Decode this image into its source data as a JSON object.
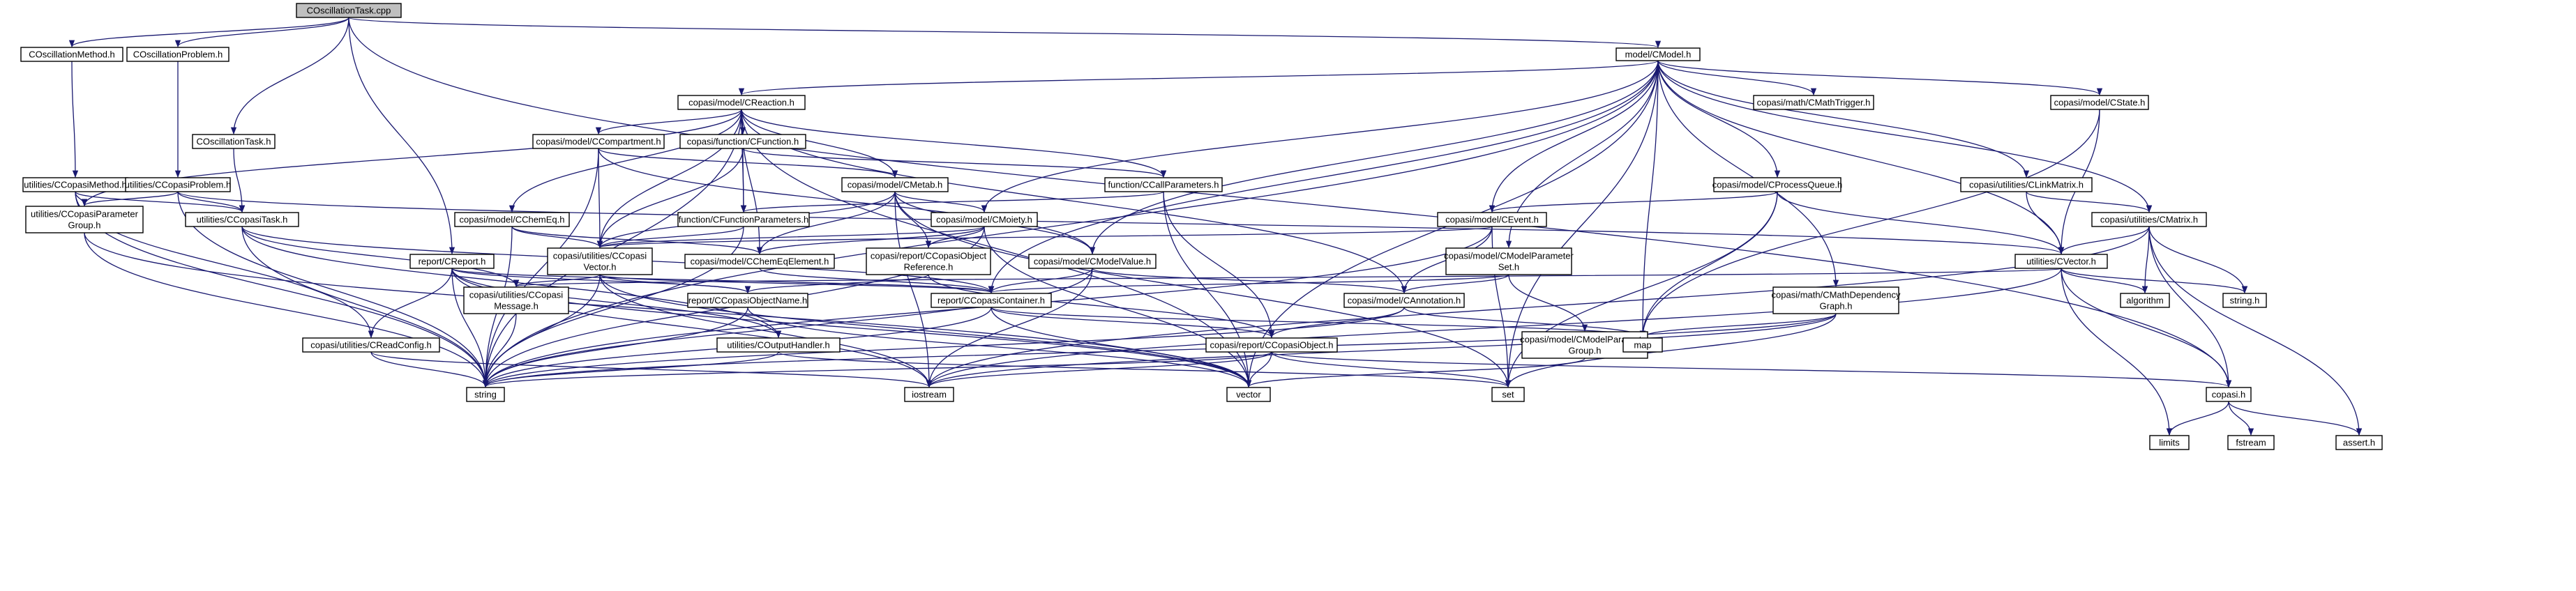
{
  "diagram": {
    "kind": "include-dependency-graph",
    "colors": {
      "edge": "#191970",
      "root_fill": "#bfbfbf",
      "node_fill": "#ffffff",
      "node_border": "#000000",
      "missing_border": "#bfbfbf",
      "red_text": "#ff0000",
      "default_text": "#000000"
    },
    "nodes": [
      {
        "id": "root",
        "label": "COscillationTask.cpp",
        "style": "root"
      },
      {
        "id": "cosc_method",
        "label": "COscillationMethod.h",
        "style": "normal"
      },
      {
        "id": "cosc_problem",
        "label": "COscillationProblem.h",
        "style": "normal"
      },
      {
        "id": "cmodel",
        "label": "model/CModel.h",
        "style": "normal"
      },
      {
        "id": "creaction",
        "label": "copasi/model/CReaction.h",
        "style": "normal"
      },
      {
        "id": "cmathtrigger",
        "label": "copasi/math/CMathTrigger.h",
        "style": "red"
      },
      {
        "id": "cstate",
        "label": "copasi/model/CState.h",
        "style": "normal"
      },
      {
        "id": "ccopasimethod",
        "label": "utilities/CCopasiMethod.h",
        "style": "normal"
      },
      {
        "id": "ccopasiproblem",
        "label": "utilities/CCopasiProblem.h",
        "style": "normal"
      },
      {
        "id": "coscillationtask",
        "label": "COscillationTask.h",
        "style": "normal"
      },
      {
        "id": "ccompartment",
        "label": "copasi/model/CCompartment.h",
        "style": "normal"
      },
      {
        "id": "cfunction",
        "label": "copasi/function/CFunction.h",
        "style": "red"
      },
      {
        "id": "cmetab",
        "label": "copasi/model/CMetab.h",
        "style": "normal"
      },
      {
        "id": "ccallparams",
        "label": "function/CCallParameters.h",
        "style": "red"
      },
      {
        "id": "cprocessqueue",
        "label": "copasi/model/CProcessQueue.h",
        "style": "normal"
      },
      {
        "id": "clinkmatrix",
        "label": "copasi/utilities/CLinkMatrix.h",
        "style": "normal"
      },
      {
        "id": "cmatrix",
        "label": "copasi/utilities/CMatrix.h",
        "style": "normal"
      },
      {
        "id": "ccopasiparamgroup",
        "label": [
          "utilities/CCopasiParameter",
          "Group.h"
        ],
        "style": "red"
      },
      {
        "id": "ccopasitask",
        "label": "utilities/CCopasiTask.h",
        "style": "normal"
      },
      {
        "id": "cchemeq",
        "label": "copasi/model/CChemEq.h",
        "style": "normal"
      },
      {
        "id": "cfuncparams",
        "label": "function/CFunctionParameters.h",
        "style": "red"
      },
      {
        "id": "cmoiety",
        "label": "copasi/model/CMoiety.h",
        "style": "normal"
      },
      {
        "id": "cevent",
        "label": "copasi/model/CEvent.h",
        "style": "normal"
      },
      {
        "id": "creport",
        "label": "report/CReport.h",
        "style": "normal"
      },
      {
        "id": "ccopasivector",
        "label": [
          "copasi/utilities/CCopasi",
          "Vector.h"
        ],
        "style": "red"
      },
      {
        "id": "cchemeqelement",
        "label": "copasi/model/CChemEqElement.h",
        "style": "normal"
      },
      {
        "id": "ccopasiobjectref",
        "label": [
          "copasi/report/CCopasiObject",
          "Reference.h"
        ],
        "style": "normal"
      },
      {
        "id": "cmodelvalue",
        "label": "copasi/model/CModelValue.h",
        "style": "normal"
      },
      {
        "id": "cmodelparamset",
        "label": [
          "copasi/model/CModelParameter",
          "Set.h"
        ],
        "style": "normal"
      },
      {
        "id": "cvector",
        "label": "utilities/CVector.h",
        "style": "normal"
      },
      {
        "id": "ccopasimessage",
        "label": [
          "copasi/utilities/CCopasi",
          "Message.h"
        ],
        "style": "red"
      },
      {
        "id": "ccopasiobjectname",
        "label": "report/CCopasiObjectName.h",
        "style": "normal"
      },
      {
        "id": "ccopasicontainer",
        "label": "report/CCopasiContainer.h",
        "style": "normal"
      },
      {
        "id": "cannotation",
        "label": "copasi/model/CAnnotation.h",
        "style": "normal"
      },
      {
        "id": "cmathdepgraph",
        "label": [
          "copasi/math/CMathDependency",
          "Graph.h"
        ],
        "style": "red"
      },
      {
        "id": "algorithm",
        "label": "algorithm",
        "style": "missing"
      },
      {
        "id": "string_h",
        "label": "string.h",
        "style": "missing"
      },
      {
        "id": "creadconfig",
        "label": "copasi/utilities/CReadConfig.h",
        "style": "red"
      },
      {
        "id": "coutputhandler",
        "label": "utilities/COutputHandler.h",
        "style": "normal"
      },
      {
        "id": "ccopasiobject",
        "label": "copasi/report/CCopasiObject.h",
        "style": "red"
      },
      {
        "id": "cmodelparamgroup",
        "label": [
          "copasi/model/CModelParameter",
          "Group.h"
        ],
        "style": "red"
      },
      {
        "id": "map",
        "label": "map",
        "style": "missing"
      },
      {
        "id": "string",
        "label": "string",
        "style": "missing"
      },
      {
        "id": "iostream",
        "label": "iostream",
        "style": "missing"
      },
      {
        "id": "vector",
        "label": "vector",
        "style": "missing"
      },
      {
        "id": "set",
        "label": "set",
        "style": "missing"
      },
      {
        "id": "copasi_h",
        "label": "copasi.h",
        "style": "normal"
      },
      {
        "id": "limits",
        "label": "limits",
        "style": "missing"
      },
      {
        "id": "fstream",
        "label": "fstream",
        "style": "missing"
      },
      {
        "id": "assert_h",
        "label": "assert.h",
        "style": "missing"
      }
    ],
    "edges": [
      [
        "root",
        "cosc_method"
      ],
      [
        "root",
        "cosc_problem"
      ],
      [
        "root",
        "cmodel"
      ],
      [
        "root",
        "coscillationtask"
      ],
      [
        "root",
        "creport"
      ],
      [
        "root",
        "copasi_h"
      ],
      [
        "cosc_method",
        "ccopasimethod"
      ],
      [
        "cosc_problem",
        "ccopasiproblem"
      ],
      [
        "ccopasimethod",
        "ccopasiparamgroup"
      ],
      [
        "ccopasimethod",
        "ccopasitask"
      ],
      [
        "ccopasimethod",
        "creadconfig"
      ],
      [
        "ccopasimethod",
        "string"
      ],
      [
        "ccopasiproblem",
        "ccopasiparamgroup"
      ],
      [
        "ccopasiproblem",
        "ccopasitask"
      ],
      [
        "ccopasiproblem",
        "cvector"
      ],
      [
        "ccopasiproblem",
        "string"
      ],
      [
        "coscillationtask",
        "ccopasitask"
      ],
      [
        "ccopasitask",
        "ccopasicontainer"
      ],
      [
        "ccopasitask",
        "coutputhandler"
      ],
      [
        "ccopasitask",
        "ccopasimessage"
      ],
      [
        "ccopasitask",
        "string"
      ],
      [
        "ccopasiparamgroup",
        "string"
      ],
      [
        "ccopasiparamgroup",
        "vector"
      ],
      [
        "cmodel",
        "creaction"
      ],
      [
        "cmodel",
        "cmathtrigger"
      ],
      [
        "cmodel",
        "cstate"
      ],
      [
        "cmodel",
        "cprocessqueue"
      ],
      [
        "cmodel",
        "clinkmatrix"
      ],
      [
        "cmodel",
        "cmatrix"
      ],
      [
        "cmodel",
        "cmoiety"
      ],
      [
        "cmodel",
        "cevent"
      ],
      [
        "cmodel",
        "cmodelvalue"
      ],
      [
        "cmodel",
        "cmodelparamset"
      ],
      [
        "cmodel",
        "cmathdepgraph"
      ],
      [
        "cmodel",
        "cvector"
      ],
      [
        "cmodel",
        "ccopasicontainer"
      ],
      [
        "cmodel",
        "map"
      ],
      [
        "cmodel",
        "vector"
      ],
      [
        "cmodel",
        "set"
      ],
      [
        "cmodel",
        "string"
      ],
      [
        "creaction",
        "ccompartment"
      ],
      [
        "creaction",
        "cfunction"
      ],
      [
        "creaction",
        "cmetab"
      ],
      [
        "creaction",
        "ccallparams"
      ],
      [
        "creaction",
        "cchemeq"
      ],
      [
        "creaction",
        "cfuncparams"
      ],
      [
        "creaction",
        "ccopasivector"
      ],
      [
        "creaction",
        "cchemeqelement"
      ],
      [
        "creaction",
        "cannotation"
      ],
      [
        "creaction",
        "ccopasiparamgroup"
      ],
      [
        "creaction",
        "vector"
      ],
      [
        "creaction",
        "string"
      ],
      [
        "ccompartment",
        "cmetab"
      ],
      [
        "ccompartment",
        "ccopasivector"
      ],
      [
        "ccompartment",
        "cmodelvalue"
      ],
      [
        "ccompartment",
        "string"
      ],
      [
        "cfunction",
        "ccallparams"
      ],
      [
        "cfunction",
        "cfuncparams"
      ],
      [
        "cfunction",
        "ccopasivector"
      ],
      [
        "cmetab",
        "cmoiety"
      ],
      [
        "cmetab",
        "ccopasiobjectref"
      ],
      [
        "cmetab",
        "cchemeqelement"
      ],
      [
        "cmetab",
        "cmodelvalue"
      ],
      [
        "cmetab",
        "ccopasivector"
      ],
      [
        "cmetab",
        "iostream"
      ],
      [
        "cmetab",
        "set"
      ],
      [
        "ccallparams",
        "cfuncparams"
      ],
      [
        "ccallparams",
        "ccopasiobject"
      ],
      [
        "ccallparams",
        "vector"
      ],
      [
        "cchemeq",
        "ccopasivector"
      ],
      [
        "cchemeq",
        "cchemeqelement"
      ],
      [
        "cchemeq",
        "string"
      ],
      [
        "cfuncparams",
        "ccopasivector"
      ],
      [
        "cfuncparams",
        "string"
      ],
      [
        "cmoiety",
        "ccopasivector"
      ],
      [
        "cmoiety",
        "cchemeqelement"
      ],
      [
        "cmoiety",
        "ccopasiobjectref"
      ],
      [
        "cmoiety",
        "vector"
      ],
      [
        "cmoiety",
        "string"
      ],
      [
        "cevent",
        "ccopasivector"
      ],
      [
        "cevent",
        "cannotation"
      ],
      [
        "cevent",
        "set"
      ],
      [
        "cevent",
        "string"
      ],
      [
        "ccopasivector",
        "ccopasimessage"
      ],
      [
        "ccopasivector",
        "ccopasicontainer"
      ],
      [
        "ccopasivector",
        "ccopasiobjectname"
      ],
      [
        "ccopasivector",
        "string"
      ],
      [
        "ccopasivector",
        "vector"
      ],
      [
        "ccopasivector",
        "iostream"
      ],
      [
        "cchemeqelement",
        "ccopasicontainer"
      ],
      [
        "ccopasiobjectref",
        "ccopasiobjectname"
      ],
      [
        "ccopasiobjectref",
        "ccopasiobject"
      ],
      [
        "cmodelvalue",
        "ccopasicontainer"
      ],
      [
        "cmodelvalue",
        "cannotation"
      ],
      [
        "cmodelvalue",
        "iostream"
      ],
      [
        "cmodelvalue",
        "string"
      ],
      [
        "cmodelparamset",
        "ccopasicontainer"
      ],
      [
        "cmodelparamset",
        "cannotation"
      ],
      [
        "cmodelparamset",
        "cmodelparamgroup"
      ],
      [
        "cmodelparamgroup",
        "vector"
      ],
      [
        "creport",
        "ccopasiobjectname"
      ],
      [
        "creport",
        "ccopasicontainer"
      ],
      [
        "creport",
        "coutputhandler"
      ],
      [
        "creport",
        "creadconfig"
      ],
      [
        "creport",
        "iostream"
      ],
      [
        "creport",
        "vector"
      ],
      [
        "creport",
        "string"
      ],
      [
        "ccopasicontainer",
        "ccopasiobject"
      ],
      [
        "ccopasicontainer",
        "map"
      ],
      [
        "ccopasicontainer",
        "vector"
      ],
      [
        "ccopasicontainer",
        "string"
      ],
      [
        "cannotation",
        "ccopasiobject"
      ],
      [
        "cannotation",
        "map"
      ],
      [
        "cannotation",
        "string"
      ],
      [
        "ccopasiobject",
        "copasi_h"
      ],
      [
        "ccopasiobject",
        "string"
      ],
      [
        "ccopasiobject",
        "iostream"
      ],
      [
        "ccopasiobject",
        "vector"
      ],
      [
        "ccopasiobject",
        "set"
      ],
      [
        "ccopasiobjectname",
        "string"
      ],
      [
        "ccopasiobjectname",
        "vector"
      ],
      [
        "ccopasimessage",
        "string"
      ],
      [
        "coutputhandler",
        "set"
      ],
      [
        "coutputhandler",
        "string"
      ],
      [
        "creadconfig",
        "string"
      ],
      [
        "creadconfig",
        "iostream"
      ],
      [
        "cstate",
        "cvector"
      ],
      [
        "cstate",
        "map"
      ],
      [
        "cprocessqueue",
        "cevent"
      ],
      [
        "cprocessqueue",
        "cvector"
      ],
      [
        "cprocessqueue",
        "map"
      ],
      [
        "cprocessqueue",
        "set"
      ],
      [
        "clinkmatrix",
        "cmatrix"
      ],
      [
        "clinkmatrix",
        "cvector"
      ],
      [
        "cmatrix",
        "cvector"
      ],
      [
        "cmatrix",
        "algorithm"
      ],
      [
        "cmatrix",
        "string_h"
      ],
      [
        "cmatrix",
        "copasi_h"
      ],
      [
        "cmatrix",
        "assert_h"
      ],
      [
        "cmatrix",
        "iostream"
      ],
      [
        "cvector",
        "algorithm"
      ],
      [
        "cvector",
        "string_h"
      ],
      [
        "cvector",
        "copasi_h"
      ],
      [
        "cvector",
        "limits"
      ],
      [
        "cvector",
        "ccopasimessage"
      ],
      [
        "cvector",
        "iostream"
      ],
      [
        "cmathdepgraph",
        "map"
      ],
      [
        "cmathdepgraph",
        "set"
      ],
      [
        "cmathdepgraph",
        "iostream"
      ],
      [
        "cmathdepgraph",
        "string"
      ],
      [
        "copasi_h",
        "limits"
      ],
      [
        "copasi_h",
        "fstream"
      ],
      [
        "copasi_h",
        "assert_h"
      ]
    ]
  }
}
